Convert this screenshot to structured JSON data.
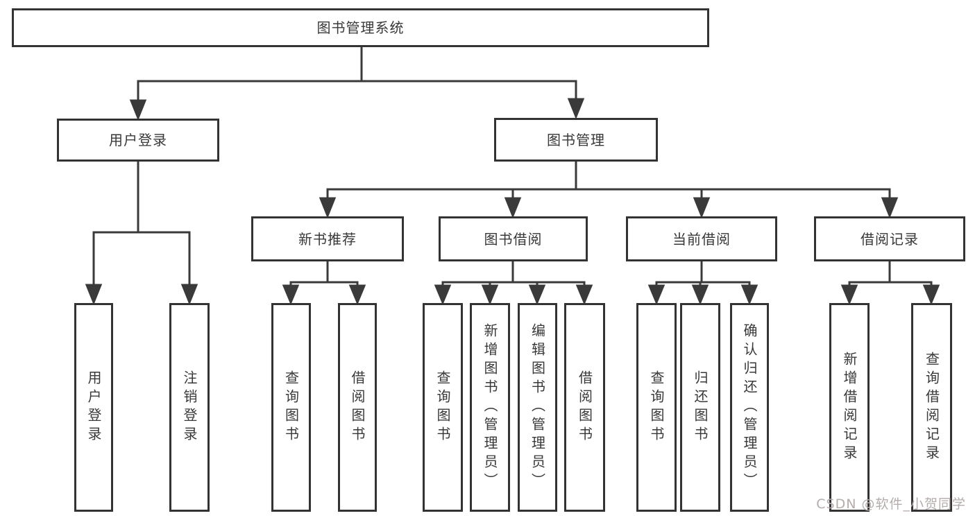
{
  "diagram": {
    "type": "hierarchy-tree",
    "title": "图书管理系统",
    "colors": {
      "background": "#ffffff",
      "line": "#3a3a3a",
      "box_border": "#333333",
      "text": "#383838",
      "watermark": "#b5acac"
    },
    "nodes": {
      "root": "图书管理系统",
      "user_login": "用户登录",
      "book_mgmt": "图书管理",
      "new_rec": "新书推荐",
      "book_borrow": "图书借阅",
      "current_borrow": "当前借阅",
      "borrow_records": "借阅记录",
      "leaf_user_login": "用户登录",
      "leaf_logout": "注销登录",
      "leaf_rec_query": "查询图书",
      "leaf_rec_borrow": "借阅图书",
      "leaf_bb_query": "查询图书",
      "leaf_bb_add": "新增图书（管理员）",
      "leaf_bb_edit": "编辑图书（管理员）",
      "leaf_bb_borrow": "借阅图书",
      "leaf_cb_query": "查询图书",
      "leaf_cb_return": "归还图书",
      "leaf_cb_confirm": "确认归还（管理员）",
      "leaf_br_add": "新增借阅记录",
      "leaf_br_query": "查询借阅记录"
    },
    "hierarchy": {
      "图书管理系统": {
        "用户登录": [
          "用户登录",
          "注销登录"
        ],
        "图书管理": {
          "新书推荐": [
            "查询图书",
            "借阅图书"
          ],
          "图书借阅": [
            "查询图书",
            "新增图书（管理员）",
            "编辑图书（管理员）",
            "借阅图书"
          ],
          "当前借阅": [
            "查询图书",
            "归还图书",
            "确认归还（管理员）"
          ],
          "借阅记录": [
            "新增借阅记录",
            "查询借阅记录"
          ]
        }
      }
    },
    "watermark": "CSDN @软件_小贺同学"
  }
}
